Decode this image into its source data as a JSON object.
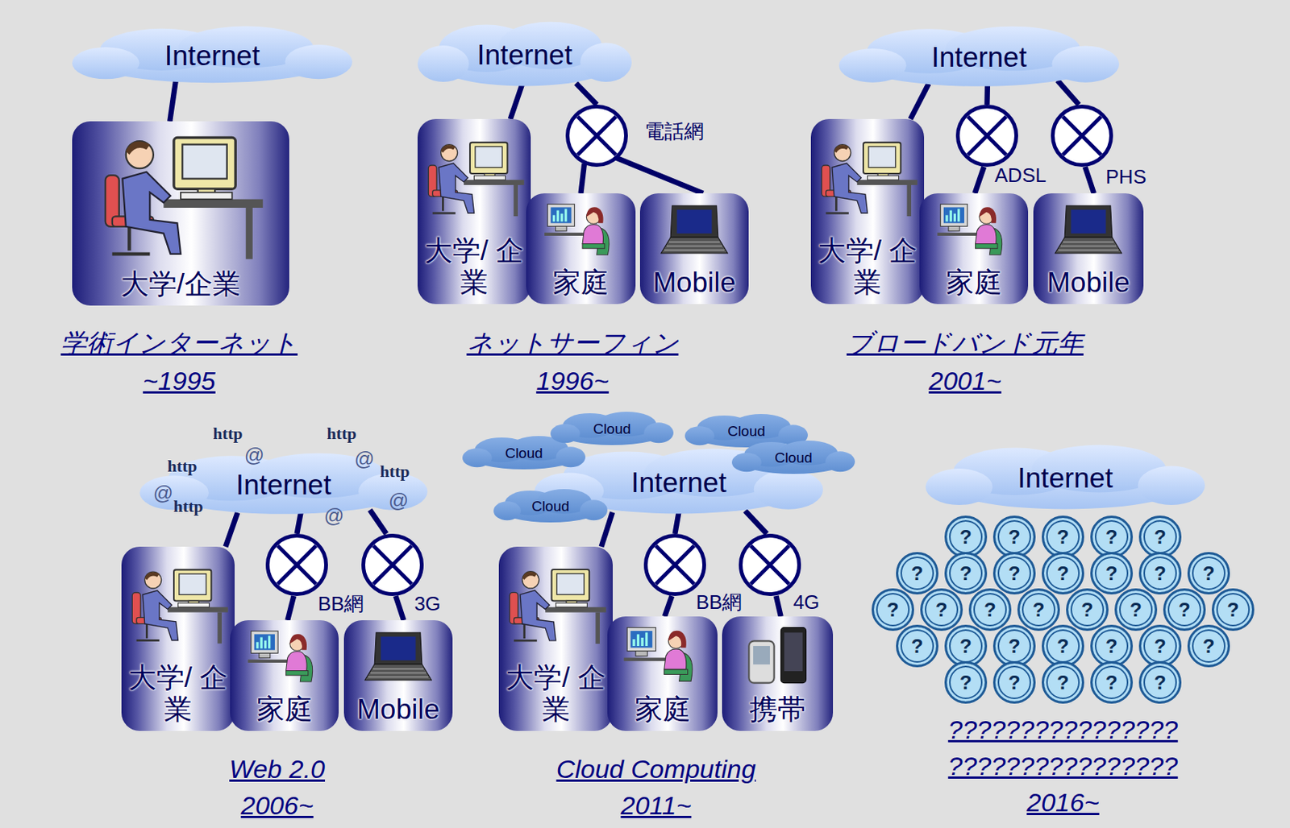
{
  "diagram": {
    "nodes": [
      {
        "text": [
          "Internet"
        ]
      },
      {
        "text": [
          "大学/企業"
        ]
      },
      {
        "text": [
          "Internet"
        ]
      },
      {
        "text": [
          "電話網"
        ]
      },
      {
        "text": [
          "大学/ 企業"
        ]
      },
      {
        "text": [
          "家庭"
        ]
      },
      {
        "text": [
          "Mobile"
        ]
      },
      {
        "text": [
          "Internet"
        ]
      },
      {
        "text": [
          "ADSL"
        ]
      },
      {
        "text": [
          "PHS"
        ]
      },
      {
        "text": [
          "大学/ 企業"
        ]
      },
      {
        "text": [
          "家庭"
        ]
      },
      {
        "text": [
          "Mobile"
        ]
      },
      {
        "text": [
          "Internet"
        ]
      },
      {
        "text": [
          "BB網"
        ]
      },
      {
        "text": [
          "3G"
        ]
      },
      {
        "text": [
          "大学/ 企業"
        ]
      },
      {
        "text": [
          "家庭"
        ]
      },
      {
        "text": [
          "Mobile"
        ]
      },
      {
        "text": [
          "Internet"
        ]
      },
      {
        "text": [
          "Cloud"
        ]
      },
      {
        "text": [
          "Cloud"
        ]
      },
      {
        "text": [
          "Cloud"
        ]
      },
      {
        "text": [
          "Cloud"
        ]
      },
      {
        "text": [
          "Cloud"
        ]
      },
      {
        "text": [
          "BB網"
        ]
      },
      {
        "text": [
          "4G"
        ]
      },
      {
        "text": [
          "大学/ 企業"
        ]
      },
      {
        "text": [
          "家庭"
        ]
      },
      {
        "text": [
          "携帯"
        ]
      },
      {
        "text": [
          "Internet"
        ]
      },
      {
        "text": [
          "?"
        ]
      },
      {
        "text": [
          "?"
        ]
      },
      {
        "text": [
          "?"
        ]
      },
      {
        "text": [
          "?"
        ]
      },
      {
        "text": [
          "?"
        ]
      },
      {
        "text": [
          "?"
        ]
      },
      {
        "text": [
          "?"
        ]
      },
      {
        "text": [
          "?"
        ]
      },
      {
        "text": [
          "?"
        ]
      },
      {
        "text": [
          "?"
        ]
      },
      {
        "text": [
          "?"
        ]
      },
      {
        "text": [
          "?"
        ]
      },
      {
        "text": [
          "?"
        ]
      },
      {
        "text": [
          "?"
        ]
      },
      {
        "text": [
          "?"
        ]
      },
      {
        "text": [
          "?"
        ]
      },
      {
        "text": [
          "?"
        ]
      },
      {
        "text": [
          "?"
        ]
      },
      {
        "text": [
          "?"
        ]
      },
      {
        "text": [
          "?"
        ]
      },
      {
        "text": [
          "?"
        ]
      },
      {
        "text": [
          "?"
        ]
      },
      {
        "text": [
          "?"
        ]
      },
      {
        "text": [
          "?"
        ]
      },
      {
        "text": [
          "?"
        ]
      },
      {
        "text": [
          "?"
        ]
      },
      {
        "text": [
          "?"
        ]
      },
      {
        "text": [
          "?"
        ]
      },
      {
        "text": [
          "?"
        ]
      },
      {
        "text": [
          "?"
        ]
      },
      {
        "text": [
          "?"
        ]
      },
      {
        "text": [
          "?"
        ]
      }
    ],
    "edges": [
      {
        "from": 0,
        "to": 1,
        "arrow": "none"
      },
      {
        "from": 2,
        "to": 4,
        "arrow": "none"
      },
      {
        "from": 2,
        "to": 3,
        "arrow": "none"
      },
      {
        "from": 3,
        "to": 5,
        "arrow": "none"
      },
      {
        "from": 3,
        "to": 6,
        "arrow": "none"
      },
      {
        "from": 7,
        "to": 10,
        "arrow": "none"
      },
      {
        "from": 7,
        "to": 8,
        "arrow": "none"
      },
      {
        "from": 7,
        "to": 9,
        "arrow": "none"
      },
      {
        "from": 8,
        "to": 11,
        "arrow": "none"
      },
      {
        "from": 9,
        "to": 12,
        "arrow": "none"
      },
      {
        "from": 13,
        "to": 16,
        "arrow": "none"
      },
      {
        "from": 13,
        "to": 14,
        "arrow": "none"
      },
      {
        "from": 13,
        "to": 15,
        "arrow": "none"
      },
      {
        "from": 14,
        "to": 17,
        "arrow": "none"
      },
      {
        "from": 15,
        "to": 18,
        "arrow": "none"
      },
      {
        "from": 19,
        "to": 27,
        "arrow": "none"
      },
      {
        "from": 19,
        "to": 25,
        "arrow": "none"
      },
      {
        "from": 19,
        "to": 26,
        "arrow": "none"
      },
      {
        "from": 25,
        "to": 28,
        "arrow": "none"
      },
      {
        "from": 26,
        "to": 29,
        "arrow": "none"
      }
    ],
    "labels": [
      "学術インターネット",
      "~1995",
      "ネットサーフィン",
      "1996~",
      "ブロードバンド元年",
      "2001~",
      "http",
      "http",
      "http",
      "http",
      "http",
      "@",
      "@",
      "@",
      "@",
      "@",
      "Web 2.0",
      "2006~",
      "Cloud Computing",
      "2011~",
      "????????????????",
      "????????????????",
      "2016~"
    ]
  }
}
